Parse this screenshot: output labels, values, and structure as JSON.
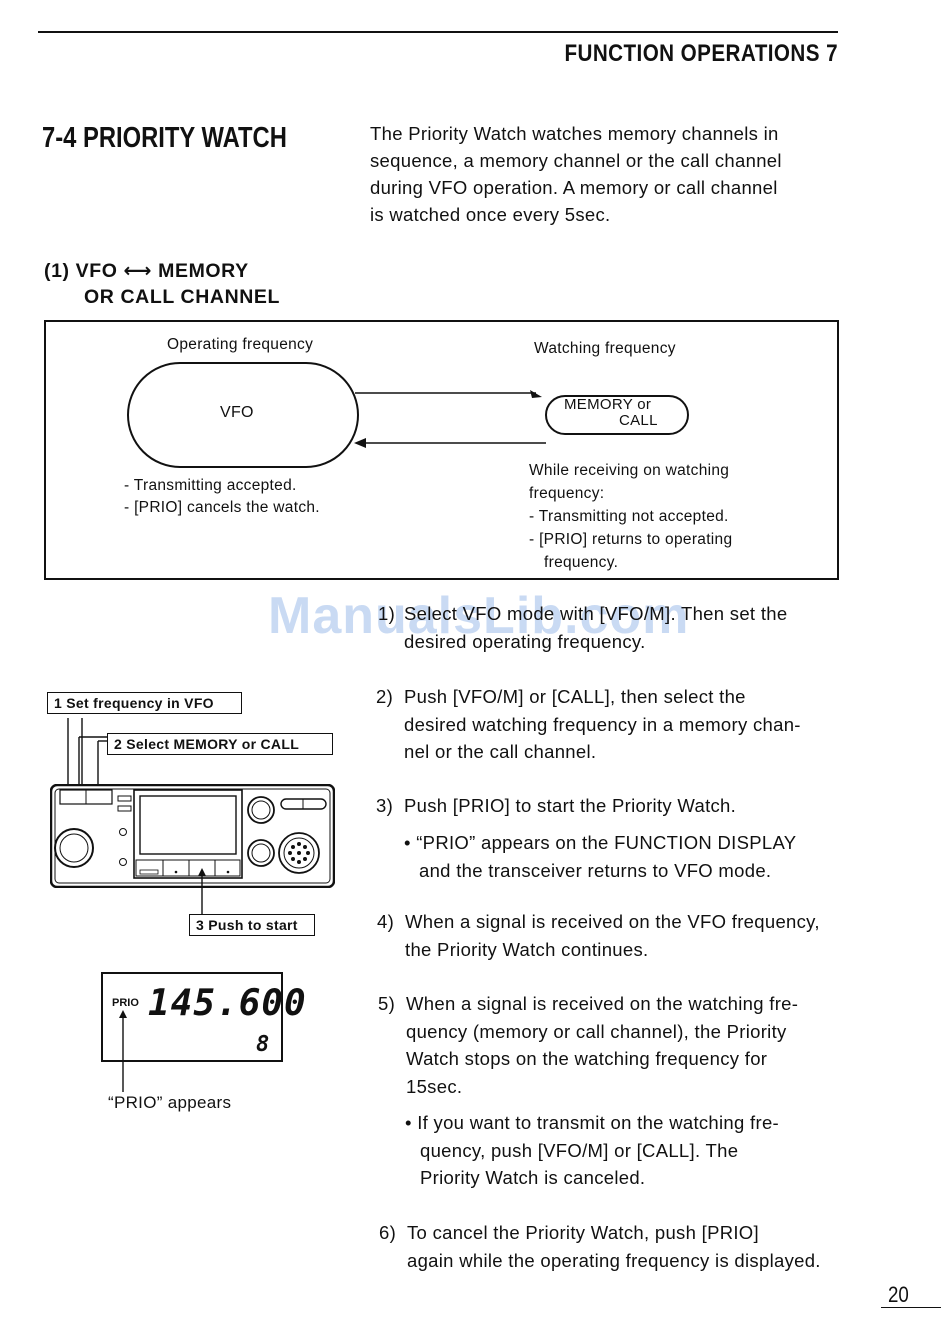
{
  "header": {
    "running_head": "FUNCTION OPERATIONS 7"
  },
  "section": {
    "title": "7-4 PRIORITY WATCH",
    "intro_lines": [
      "The Priority Watch watches memory channels in",
      "sequence, a memory channel or the call channel",
      "during VFO operation.  A memory or call channel",
      "is watched once every 5sec."
    ]
  },
  "subsection": {
    "line1": "(1) VFO ⟷ MEMORY",
    "line2": "OR CALL CHANNEL"
  },
  "diagram": {
    "operating_label": "Operating frequency",
    "watching_label": "Watching frequency",
    "vfo_label": "VFO",
    "memory_label_line1": "MEMORY or",
    "memory_label_line2": "CALL",
    "left_notes": [
      "- Transmitting accepted.",
      "- [PRIO] cancels the watch."
    ],
    "right_notes": [
      "While receiving on watching",
      "frequency:",
      "- Transmitting not accepted.",
      "- [PRIO] returns to operating",
      "frequency."
    ]
  },
  "figure": {
    "label1": "1  Set frequency in VFO",
    "label2": "2  Select MEMORY or CALL",
    "label3": "3  Push to start",
    "lcd_prio": "PRIO",
    "lcd_freq": "145.600",
    "lcd_channel": "8",
    "caption": "“PRIO” appears"
  },
  "steps": [
    {
      "num": "1)",
      "lines": [
        "Select VFO mode with [VFO/M]. Then set the",
        "desired operating frequency."
      ]
    },
    {
      "num": "2)",
      "lines": [
        "Push  [VFO/M]  or  [CALL],  then select  the",
        "desired watching frequency in a memory chan-",
        "nel or the call channel."
      ]
    },
    {
      "num": "3)",
      "lines": [
        "Push [PRIO]  to start the Priority Watch."
      ]
    },
    {
      "num": "4)",
      "lines": [
        "When a signal is received on the VFO frequency,",
        "the Priority Watch continues."
      ]
    },
    {
      "num": "5)",
      "lines": [
        "When  a  signal  is  received  on  the watching fre-",
        "quency  (memory  or  call channel),  the  Priority",
        "Watch  stops  on  the  watching  frequency  for",
        "15sec."
      ]
    },
    {
      "num": "6)",
      "lines": [
        "To  cancel  the  Priority  Watch,  push  [PRIO]",
        "again while the operating frequency is displayed."
      ]
    }
  ],
  "bullets": {
    "step3": [
      "• “PRIO” appears on the FUNCTION DISPLAY",
      "and the transceiver returns to VFO mode."
    ],
    "step5": [
      "• If  you  want to transmit on the watching fre-",
      "quency,  push  [VFO/M]  or  [CALL].   The",
      "Priority Watch is canceled."
    ]
  },
  "watermark": "ManualsLib.com",
  "page_number": "20"
}
